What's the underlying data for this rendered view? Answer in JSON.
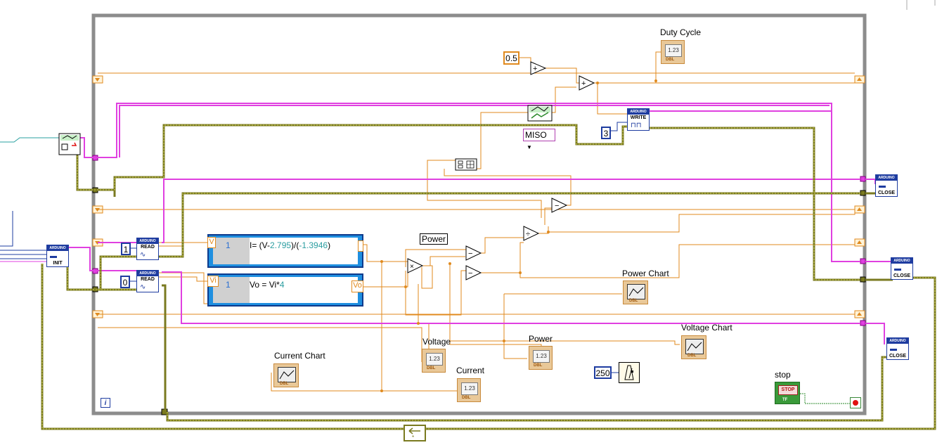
{
  "labels": {
    "duty_cycle": "Duty Cycle",
    "power_label": "Power",
    "power_chart": "Power Chart",
    "voltage_chart": "Voltage Chart",
    "current_chart": "Current Chart",
    "voltage": "Voltage",
    "current": "Current",
    "power": "Power",
    "stop": "stop"
  },
  "constants": {
    "half": "0.5",
    "pin_write": "3",
    "pin_read_1": "1",
    "pin_read_0": "0",
    "wait_ms": "250"
  },
  "enum_value": "MISO",
  "formula_current": {
    "input_term": "V",
    "index": "1",
    "expr_prefix": "I= (V-",
    "num1": "2.795",
    "mid": ")/(",
    "num2": "-1.3946",
    "suffix": ")"
  },
  "formula_voltage": {
    "input_term": "Vi",
    "output_term": "Vo",
    "index": "1",
    "expr_prefix": "Vo = Vi*",
    "num1": "4"
  },
  "indicator_face": "1.23",
  "indicator_tag": "DBL",
  "arduino": {
    "init": "INIT",
    "read": "READ",
    "write": "WRITE",
    "close": "CLOSE",
    "header": "ARDUINO"
  },
  "stop_button": "STOP",
  "stop_tf": "TF",
  "iteration": "i",
  "colors": {
    "loop_border": "#8c8c8c",
    "dbl_wire": "#e08a1e",
    "resource_wire": "#e040e0",
    "cluster_wire": "#7a7a20",
    "int_wire": "#1e3ca0",
    "bool_wire": "#2a8a2a",
    "gray_wire": "#808080"
  }
}
